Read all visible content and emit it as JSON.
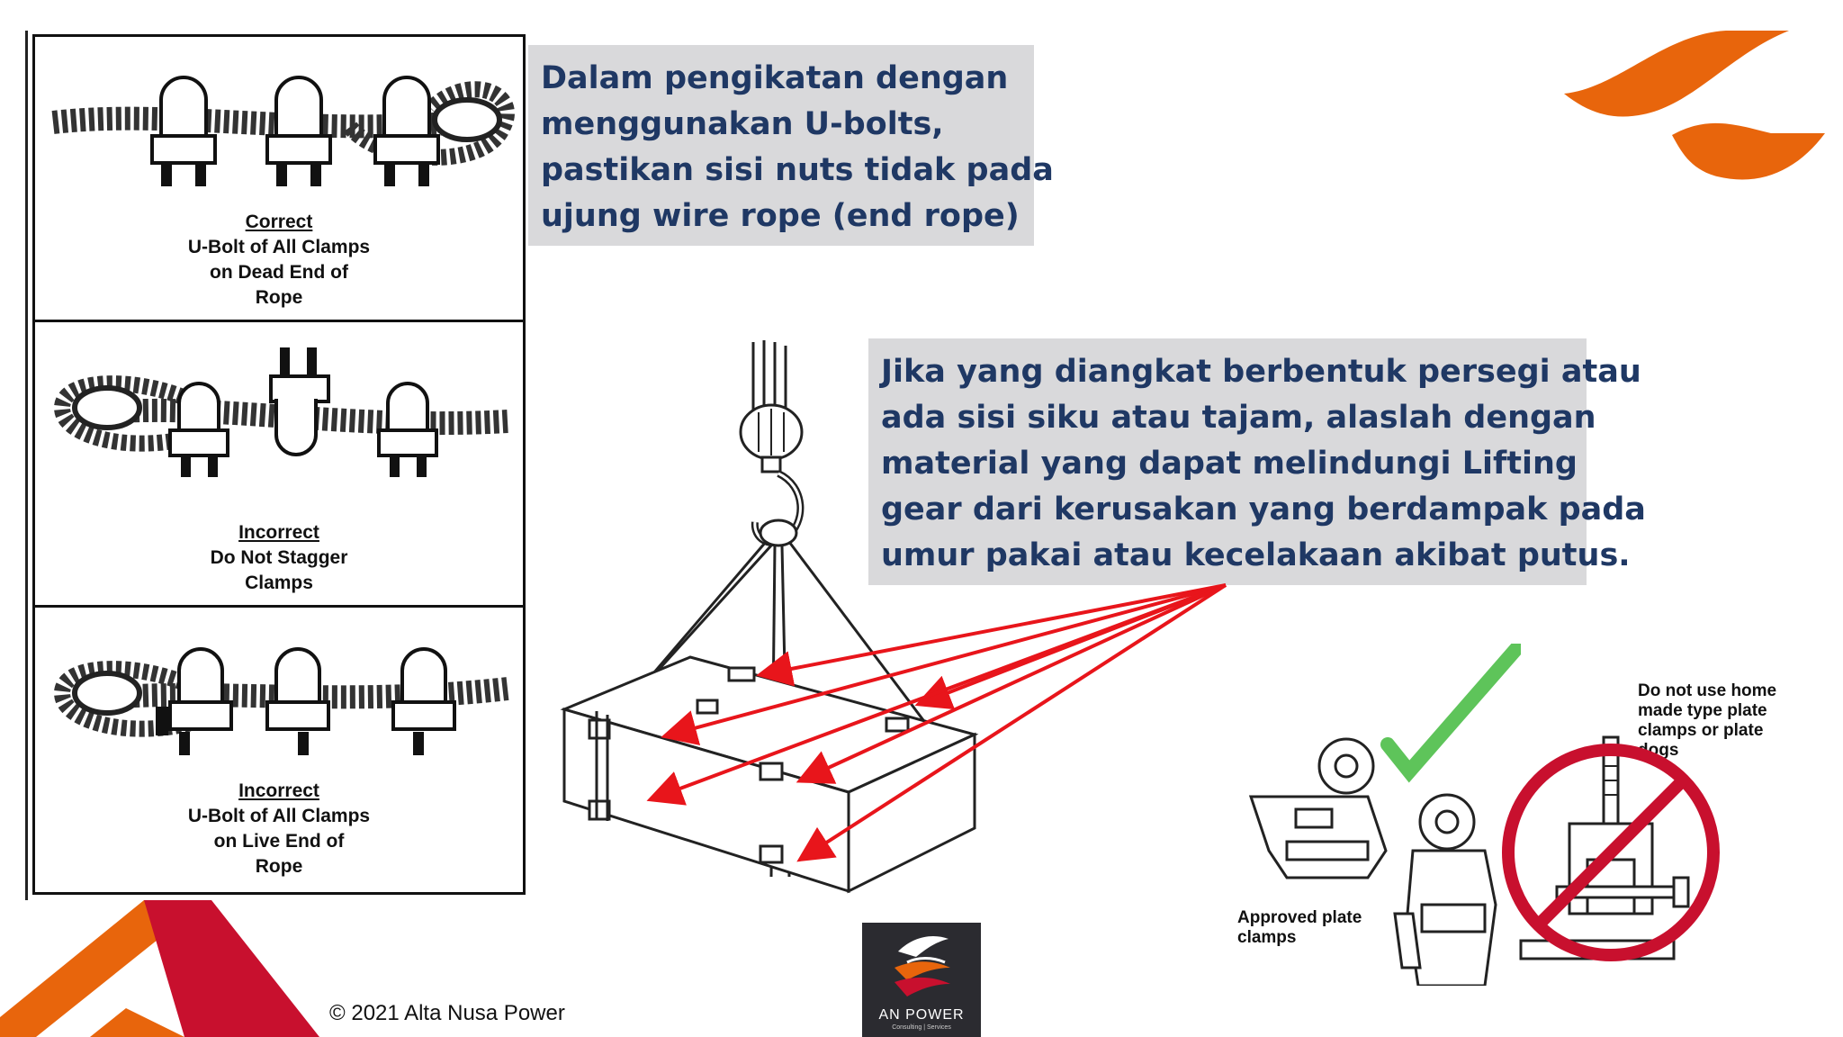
{
  "info_box_top": {
    "lines": [
      "Dalam pengikatan dengan",
      "menggunakan U-bolts,",
      "pastikan sisi nuts tidak pada",
      "ujung wire rope (end rope)"
    ]
  },
  "info_box_mid": {
    "lines": [
      "Jika yang diangkat berbentuk persegi atau",
      "ada sisi siku atau tajam, alaslah dengan",
      "material yang dapat melindungi Lifting",
      "gear dari kerusakan yang berdampak pada",
      "umur pakai atau kecelakaan akibat putus."
    ]
  },
  "clamp_panels": [
    {
      "title": "Correct",
      "lines": [
        "U-Bolt of All Clamps",
        "on Dead End of",
        "Rope"
      ]
    },
    {
      "title": "Incorrect",
      "lines": [
        "Do Not Stagger",
        "Clamps"
      ]
    },
    {
      "title": "Incorrect",
      "lines": [
        "U-Bolt of All Clamps",
        "on Live End of",
        "Rope"
      ]
    }
  ],
  "plate_clamps": {
    "approved_label": "Approved plate clamps",
    "warning_lines": [
      "Do not use home",
      "made type plate",
      "clamps or plate",
      "dogs"
    ]
  },
  "footer": {
    "copyright": "© 2021 Alta Nusa Power",
    "logo_name": "AN POWER",
    "logo_tagline": "Consulting | Services"
  },
  "colors": {
    "text_navy": "#1f3864",
    "box_gray": "#d9d9db",
    "brand_orange": "#e8650c",
    "brand_red": "#c8102e",
    "arrow_red": "#e8151b",
    "check_green": "#5ec45a",
    "logo_bg": "#2b2b30"
  }
}
